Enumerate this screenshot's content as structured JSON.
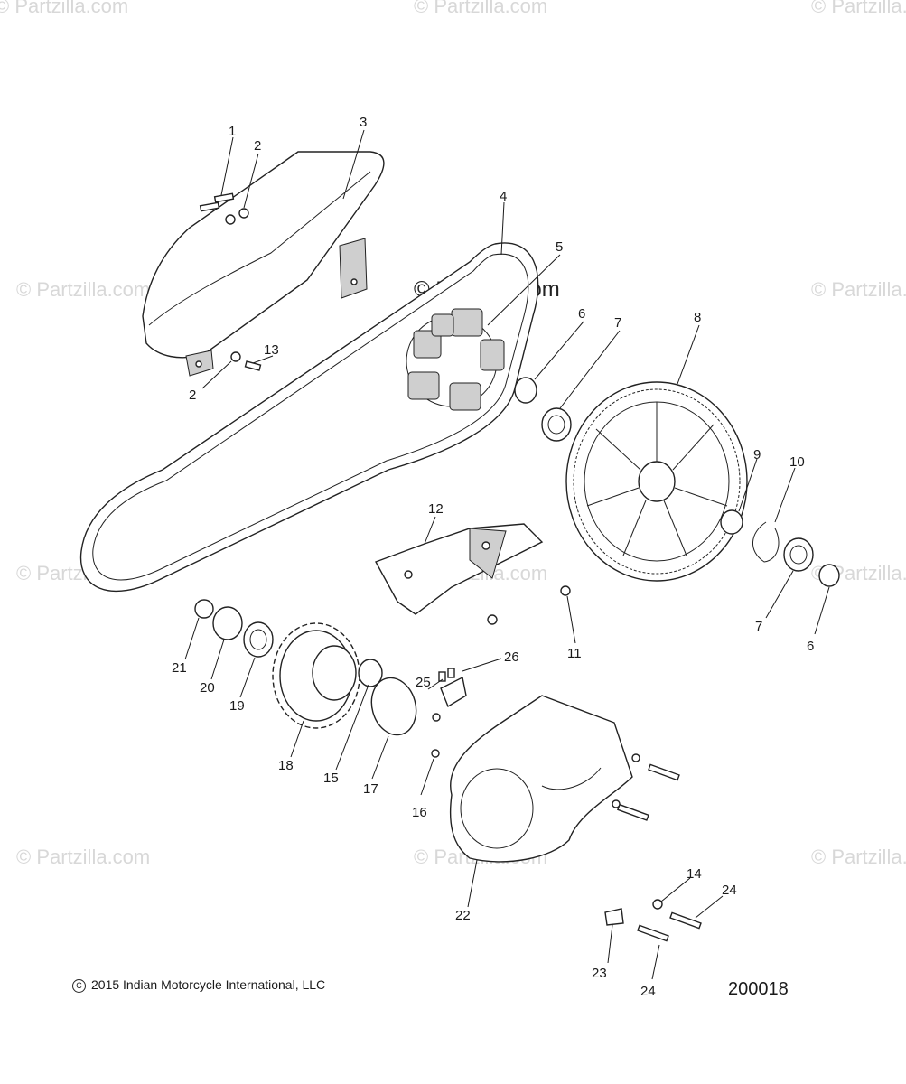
{
  "watermark": "© Partzilla.com",
  "center_watermark": "© Partzilla.com",
  "callouts": {
    "c1": "1",
    "c2a": "2",
    "c3": "3",
    "c4": "4",
    "c5": "5",
    "c6a": "6",
    "c7a": "7",
    "c8": "8",
    "c13": "13",
    "c2b": "2",
    "c9": "9",
    "c10": "10",
    "c12": "12",
    "c7b": "7",
    "c6b": "6",
    "c11": "11",
    "c21": "21",
    "c20": "20",
    "c19": "19",
    "c25": "25",
    "c26": "26",
    "c18": "18",
    "c15": "15",
    "c17": "17",
    "c16": "16",
    "c14": "14",
    "c24a": "24",
    "c22": "22",
    "c23": "23",
    "c24b": "24"
  },
  "footer": {
    "copyright_symbol": "C",
    "copyright": "2015 Indian Motorcycle International, LLC",
    "figure_number": "200018"
  },
  "icons": {
    "copyright": "copyright-circle-icon"
  }
}
